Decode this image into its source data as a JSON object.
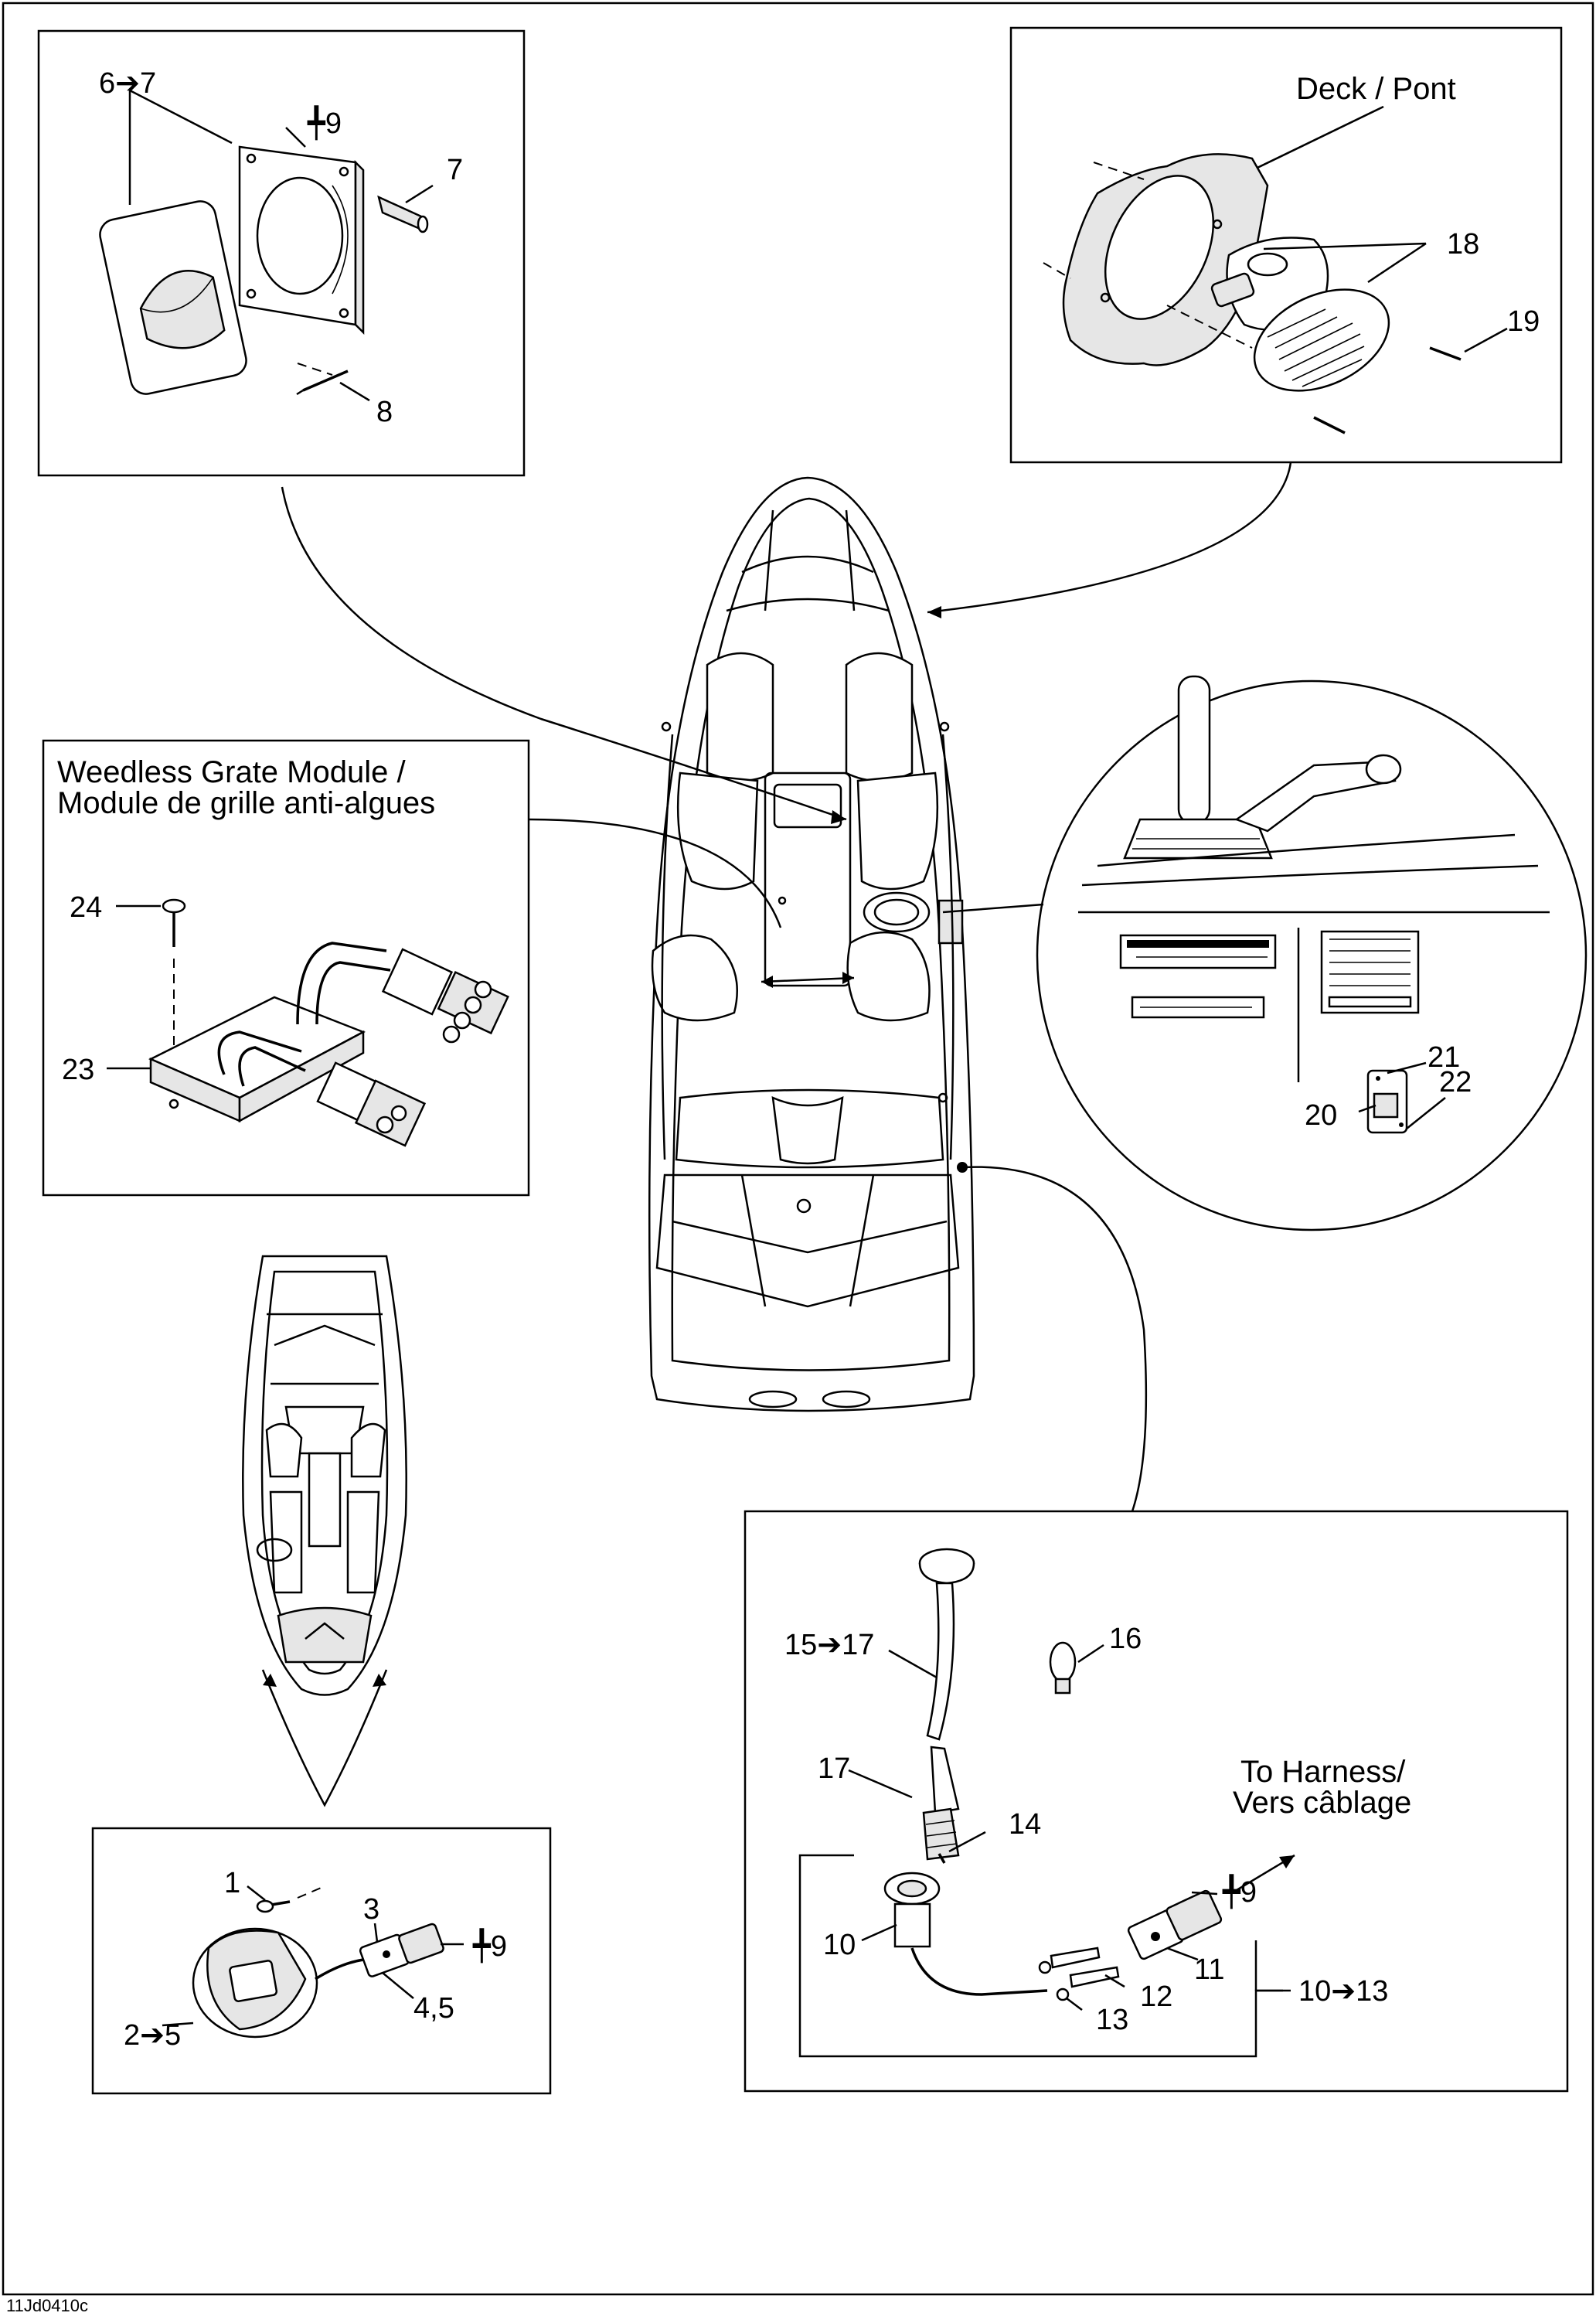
{
  "diagram_code": "11Jd0410c",
  "panels": {
    "deck_horn": {
      "title": "Deck / Pont",
      "labels": [
        "18",
        "19"
      ]
    },
    "drain_cover": {
      "labels": [
        "6➔7",
        "╇9",
        "7",
        "8"
      ]
    },
    "weedless_grate": {
      "title_line1": "Weedless Grate Module /",
      "title_line2": "Module de grille anti-algues",
      "labels": [
        "24",
        "23"
      ]
    },
    "controls_detail": {
      "labels": [
        "21",
        "22",
        "20"
      ]
    },
    "nav_light": {
      "labels": [
        "15➔17",
        "16",
        "17",
        "14",
        "10",
        "11",
        "12",
        "13",
        "╇9",
        "10➔13"
      ],
      "harness_line1": "To Harness/",
      "harness_line2": "Vers câblage"
    },
    "courtesy_light": {
      "labels": [
        "1",
        "3",
        "╇9",
        "4,5",
        "2➔5"
      ]
    }
  }
}
